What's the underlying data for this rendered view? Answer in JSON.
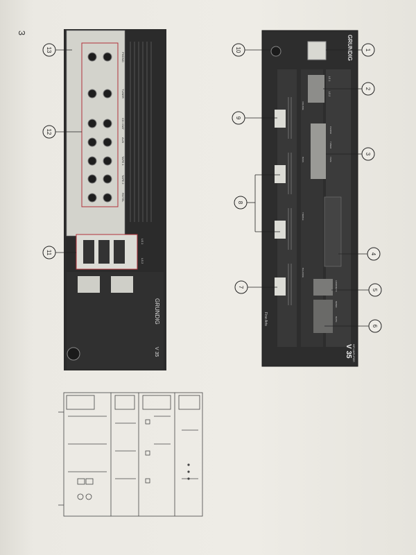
{
  "page_number": "3",
  "callouts": [
    "1",
    "2",
    "3",
    "4",
    "5",
    "6",
    "7",
    "8",
    "9",
    "10",
    "11",
    "12",
    "13"
  ],
  "front_panel": {
    "brand": "GRUNDIG",
    "model": "V 35",
    "model_sub": "HIFI AMPLIFIER",
    "series": "Fine Arts",
    "small_labels": [
      "LS 1",
      "LS 2",
      "PHONO",
      "TUNER",
      "TAPE",
      "VOLUME",
      "BASS",
      "TREBLE",
      "BALANCE",
      "LOUDNESS",
      "MONO",
      "MUTE"
    ]
  },
  "rear_panel": {
    "brand": "GRUNDIG",
    "model": "V 35",
    "input_labels": [
      "PHONO",
      "TUNER",
      "CD / DAT",
      "AUX",
      "TAPE 1",
      "TAPE 2",
      "ROTEL"
    ],
    "speaker_labels": [
      "LS 1",
      "LS 2"
    ]
  },
  "colors": {
    "paper": "#ecebe5",
    "panel": "#2d2d2d",
    "plate": "#cfcfc8",
    "callout": "#222222"
  }
}
